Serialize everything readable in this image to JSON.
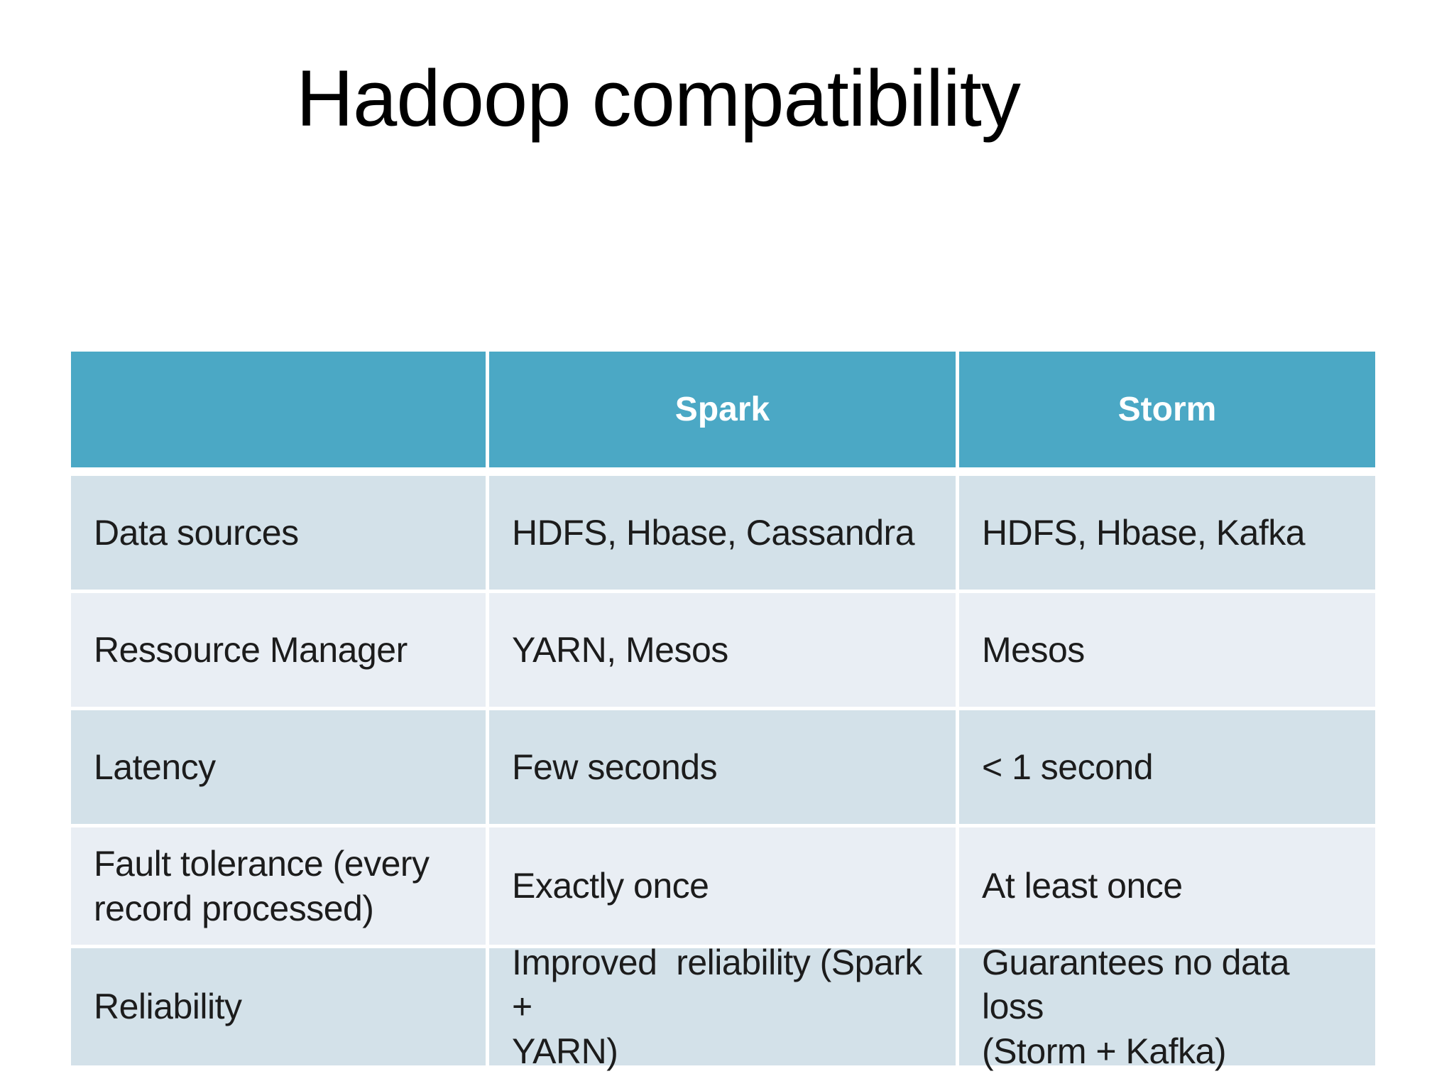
{
  "slide": {
    "title": "Hadoop compatibility"
  },
  "table": {
    "columns": [
      "",
      "Spark",
      "Storm"
    ],
    "rows": [
      [
        "Data sources",
        "HDFS, Hbase, Cassandra",
        "HDFS, Hbase, Kafka"
      ],
      [
        "Ressource Manager",
        "YARN, Mesos",
        "Mesos"
      ],
      [
        "Latency",
        "Few seconds",
        "< 1 second"
      ],
      [
        "Fault tolerance (every\nrecord processed)",
        "Exactly once",
        "At least once"
      ],
      [
        "Reliability",
        "Improved  reliability (Spark +\nYARN)",
        "Guarantees no data loss\n(Storm + Kafka)"
      ]
    ]
  },
  "colors": {
    "header_bg": "#4BA8C5",
    "header_text": "#FFFFFF",
    "row_odd_bg": "#D3E1E9",
    "row_even_bg": "#E9EEF4",
    "body_text": "#1C1C1C",
    "title_text": "#000000",
    "page_bg": "#FFFFFF"
  }
}
